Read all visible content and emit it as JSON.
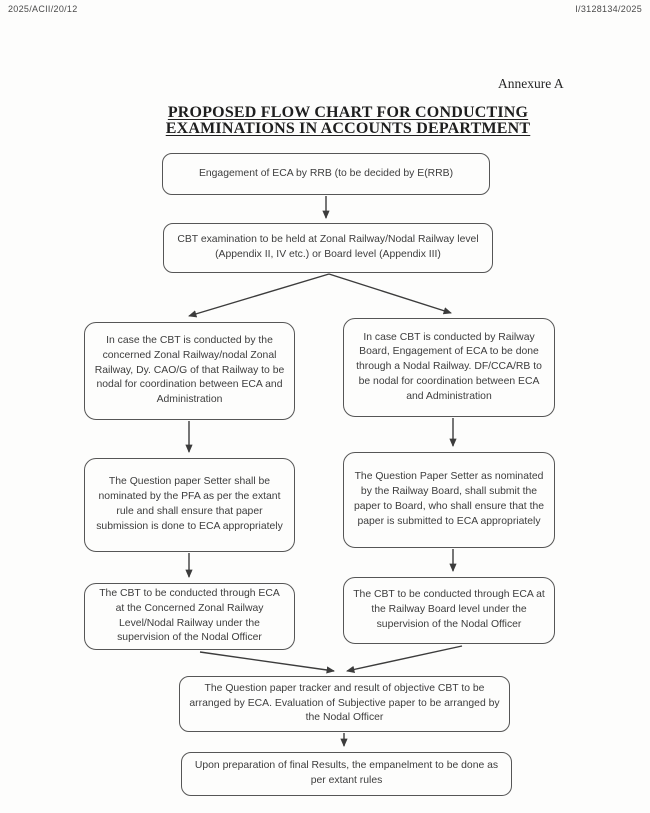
{
  "page": {
    "ref_left": "2025/ACII/20/12",
    "ref_right": "I/3128134/2025",
    "annexure": "Annexure A"
  },
  "title": {
    "line1": "PROPOSED FLOW CHART FOR CONDUCTING",
    "line2": "EXAMINATIONS IN ACCOUNTS DEPARTMENT"
  },
  "nodes": {
    "engagement": "Engagement of ECA by RRB (to be decided by E(RRB)",
    "cbt_exam": "CBT examination to be held at Zonal Railway/Nodal Railway level (Appendix II, IV etc.) or Board level (Appendix III)",
    "left_conduct": "In case the CBT is conducted by the concerned Zonal Railway/nodal Zonal Railway, Dy. CAO/G of that Railway to be nodal for coordination between ECA and Administration",
    "right_conduct": "In case CBT is conducted by Railway Board, Engagement of ECA to be done through a Nodal Railway. DF/CCA/RB to be nodal for coordination between ECA and Administration",
    "left_setter": "The Question paper Setter shall be nominated by the PFA as per the extant rule and shall ensure that paper submission is done to ECA appropriately",
    "right_setter": "The Question Paper Setter as nominated by the Railway Board, shall submit the paper to Board, who shall ensure that the paper is submitted to ECA appropriately",
    "left_cbt": "The CBT to be conducted through ECA at the Concerned Zonal Railway Level/Nodal Railway under the supervision of the Nodal Officer",
    "right_cbt": "The CBT to be conducted through ECA at the Railway Board level under the supervision of the Nodal Officer",
    "tracker": "The Question paper tracker and result of objective CBT to be arranged by ECA. Evaluation of Subjective paper to be arranged by the Nodal Officer",
    "final": "Upon preparation of final Results, the empanelment to be done as per extant rules"
  },
  "colors": {
    "ink": "#3d3d3d",
    "border": "#565656",
    "background": "#fdfdfc"
  }
}
